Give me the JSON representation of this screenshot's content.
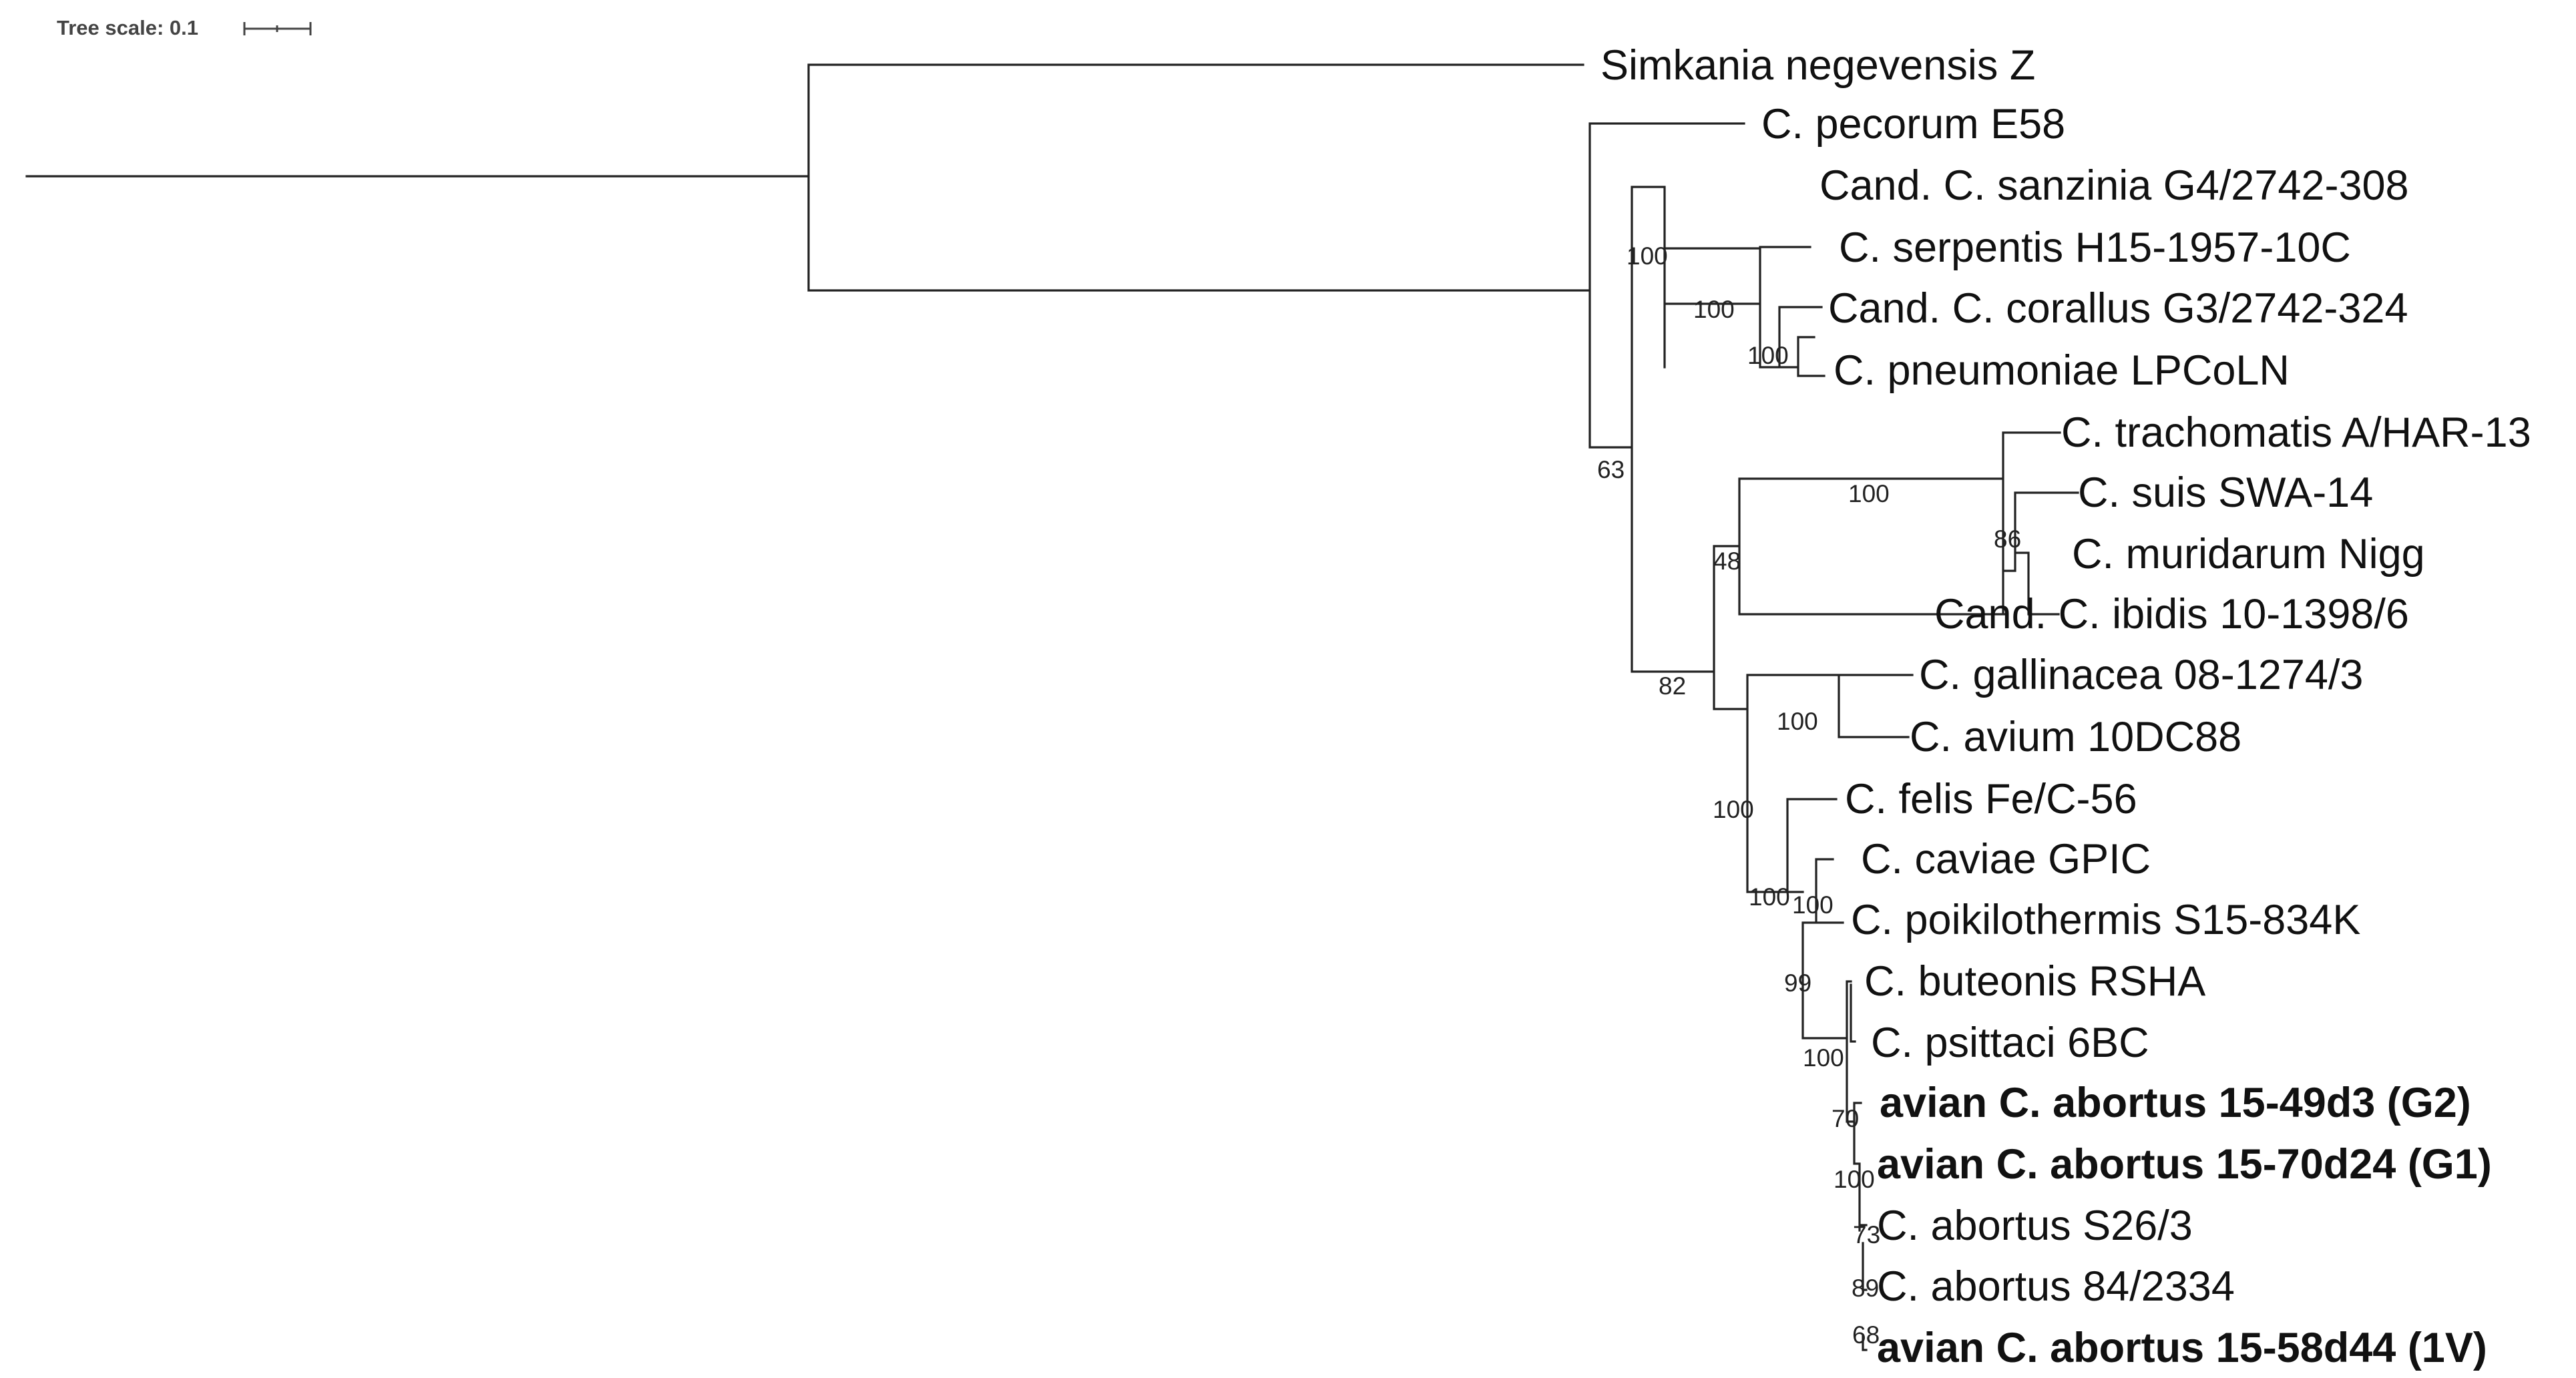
{
  "tree_scale": {
    "label": "Tree scale: 0.1"
  },
  "taxa": [
    {
      "id": "simkania",
      "name": "Simkania negevensis Z",
      "bold": false
    },
    {
      "id": "pecorum",
      "name": "C. pecorum E58",
      "bold": false
    },
    {
      "id": "sanzinia",
      "name": "Cand. C. sanzinia G4/2742-308",
      "bold": false
    },
    {
      "id": "serpentis",
      "name": "C. serpentis H15-1957-10C",
      "bold": false
    },
    {
      "id": "corallus",
      "name": "Cand. C. corallus G3/2742-324",
      "bold": false
    },
    {
      "id": "pneumoniae",
      "name": "C. pneumoniae LPCoLN",
      "bold": false
    },
    {
      "id": "trachomatis",
      "name": "C. trachomatis A/HAR-13",
      "bold": false
    },
    {
      "id": "suis",
      "name": "C. suis SWA-14",
      "bold": false
    },
    {
      "id": "muridarum",
      "name": "C. muridarum Nigg",
      "bold": false
    },
    {
      "id": "ibidis",
      "name": "Cand. C. ibidis 10-1398/6",
      "bold": false
    },
    {
      "id": "gallinacea",
      "name": "C. gallinacea 08-1274/3",
      "bold": false
    },
    {
      "id": "avium",
      "name": "C. avium 10DC88",
      "bold": false
    },
    {
      "id": "felis",
      "name": "C. felis Fe/C-56",
      "bold": false
    },
    {
      "id": "caviae",
      "name": "C. caviae GPIC",
      "bold": false
    },
    {
      "id": "poikilothermis",
      "name": "C. poikilothermis S15-834K",
      "bold": false
    },
    {
      "id": "buteonis",
      "name": "C. buteonis RSHA",
      "bold": false
    },
    {
      "id": "psittaci",
      "name": "C. psittaci 6BC",
      "bold": false
    },
    {
      "id": "abortus_g2",
      "name": "avian C. abortus 15-49d3 (G2)",
      "bold": true
    },
    {
      "id": "abortus_g1",
      "name": "avian C. abortus 15-70d24 (G1)",
      "bold": true
    },
    {
      "id": "abortus_s26",
      "name": "C. abortus S26/3",
      "bold": false
    },
    {
      "id": "abortus_84",
      "name": "C. abortus 84/2334",
      "bold": false
    },
    {
      "id": "abortus_1v",
      "name": "avian C. abortus 15-58d44 (1V)",
      "bold": true
    }
  ],
  "support_values": [
    "100",
    "100",
    "100",
    "63",
    "100",
    "86",
    "48",
    "82",
    "100",
    "100",
    "100",
    "100",
    "99",
    "100",
    "70",
    "100",
    "73",
    "89",
    "68"
  ]
}
